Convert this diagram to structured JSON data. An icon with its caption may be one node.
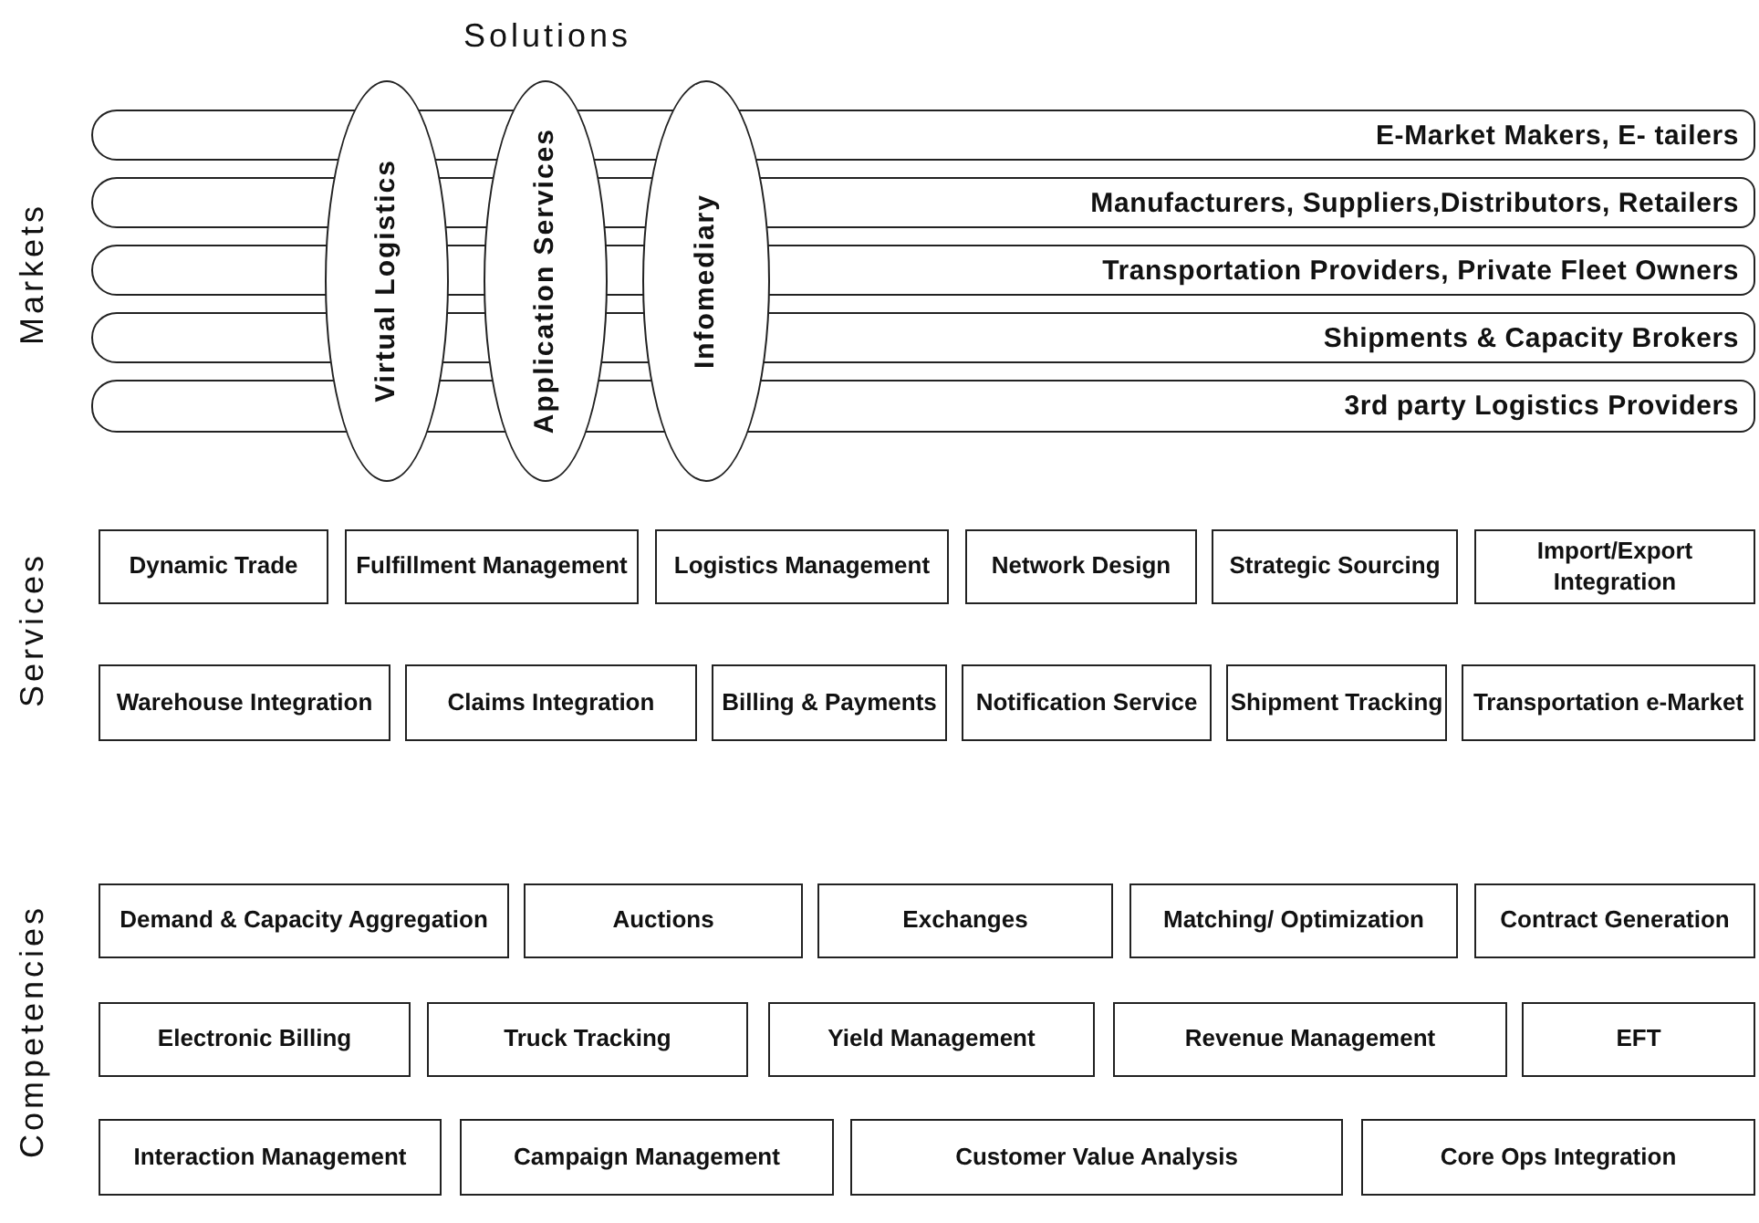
{
  "diagram": {
    "nodes": [
      {
        "text": [
          "Virtual Logistics"
        ]
      },
      {
        "text": [
          "Application Services"
        ]
      },
      {
        "text": [
          "Infomediary"
        ]
      },
      {
        "text": [
          "E-Market Makers, E- tailers"
        ]
      },
      {
        "text": [
          "Manufacturers, Suppliers,Distributors, Retailers"
        ]
      },
      {
        "text": [
          "Transportation Providers, Private Fleet Owners"
        ]
      },
      {
        "text": [
          "Shipments & Capacity Brokers"
        ]
      },
      {
        "text": [
          "3rd party Logistics Providers"
        ]
      },
      {
        "text": [
          "Dynamic Trade"
        ]
      },
      {
        "text": [
          "Fulfillment Management"
        ]
      },
      {
        "text": [
          "Logistics Management"
        ]
      },
      {
        "text": [
          "Network Design"
        ]
      },
      {
        "text": [
          "Strategic Sourcing"
        ]
      },
      {
        "text": [
          "Import/Export Integration"
        ]
      },
      {
        "text": [
          "Warehouse Integration"
        ]
      },
      {
        "text": [
          "Claims Integration"
        ]
      },
      {
        "text": [
          "Billing & Payments"
        ]
      },
      {
        "text": [
          "Notification Service"
        ]
      },
      {
        "text": [
          "Shipment Tracking"
        ]
      },
      {
        "text": [
          "Transportation e-Market"
        ]
      },
      {
        "text": [
          "Demand & Capacity Aggregation"
        ]
      },
      {
        "text": [
          "Auctions"
        ]
      },
      {
        "text": [
          "Exchanges"
        ]
      },
      {
        "text": [
          "Matching/ Optimization"
        ]
      },
      {
        "text": [
          "Contract Generation"
        ]
      },
      {
        "text": [
          "Electronic Billing"
        ]
      },
      {
        "text": [
          "Truck Tracking"
        ]
      },
      {
        "text": [
          "Yield Management"
        ]
      },
      {
        "text": [
          "Revenue Management"
        ]
      },
      {
        "text": [
          "EFT"
        ]
      },
      {
        "text": [
          "Interaction Management"
        ]
      },
      {
        "text": [
          "Campaign Management"
        ]
      },
      {
        "text": [
          "Customer Value Analysis"
        ]
      },
      {
        "text": [
          "Core Ops Integration"
        ]
      }
    ],
    "labels": [
      "Solutions",
      "Markets",
      "Services",
      "Competencies"
    ]
  }
}
